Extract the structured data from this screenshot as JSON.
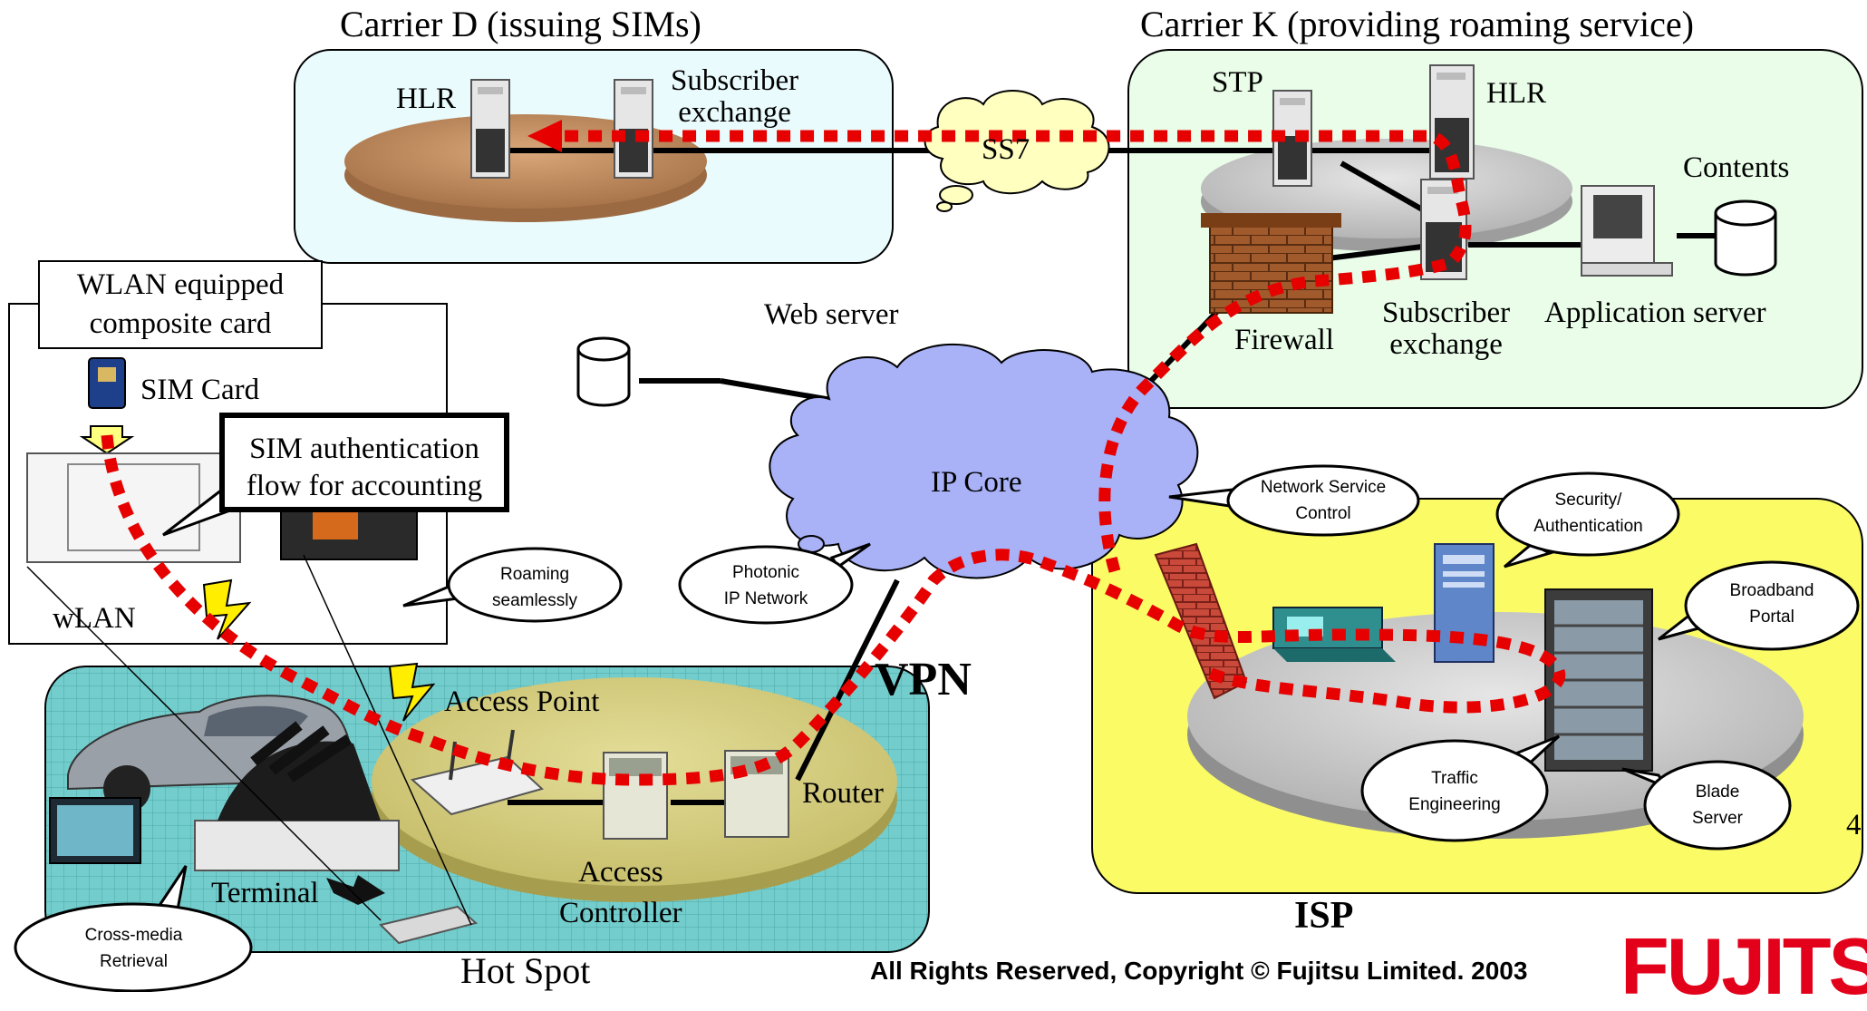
{
  "carrier_d": {
    "title": "Carrier D (issuing SIMs)",
    "hlr": "HLR",
    "subscriber_exchange": "Subscriber\nexchange"
  },
  "carrier_k": {
    "title": "Carrier K (providing roaming service)",
    "stp": "STP",
    "hlr": "HLR",
    "contents": "Contents",
    "firewall": "Firewall",
    "subscriber_exchange": "Subscriber\nexchange",
    "application_server": "Application server"
  },
  "ss7": "SS7",
  "web_server": "Web server",
  "ip_core": "IP Core",
  "vpn": "VPN",
  "card": {
    "title": "WLAN equipped\ncomposite card",
    "sim_card": "SIM Card",
    "wlan": "wLAN"
  },
  "sim_callout": "SIM authentication\nflow for accounting",
  "bubbles": {
    "roaming": "Roaming\nseamlessly",
    "photonic": "Photonic\nIP Network",
    "network_service": "Network Service\nControl",
    "security": "Security/\nAuthentication",
    "broadband": "Broadband\nPortal",
    "traffic": "Traffic\nEngineering",
    "blade": "Blade\nServer",
    "cross_media": "Cross-media\nRetrieval"
  },
  "hot_spot": {
    "title": "Hot Spot",
    "access_point": "Access Point",
    "router": "Router",
    "access_controller": "Access\nController",
    "terminal": "Terminal"
  },
  "isp": {
    "title": "ISP"
  },
  "page_number": "4",
  "copyright": "All Rights Reserved, Copyright © Fujitsu Limited. 2003",
  "logo_text": "FUJITSU",
  "colors": {
    "auth_flow": "#e60000",
    "carrier_d_bg": "#e9fbfd",
    "carrier_k_bg": "#e9fde9",
    "isp_bg": "#fbfb66",
    "hotspot_bg": "#77cfcf",
    "cloud": "#a9b1f7",
    "logo": "#e2001a"
  }
}
